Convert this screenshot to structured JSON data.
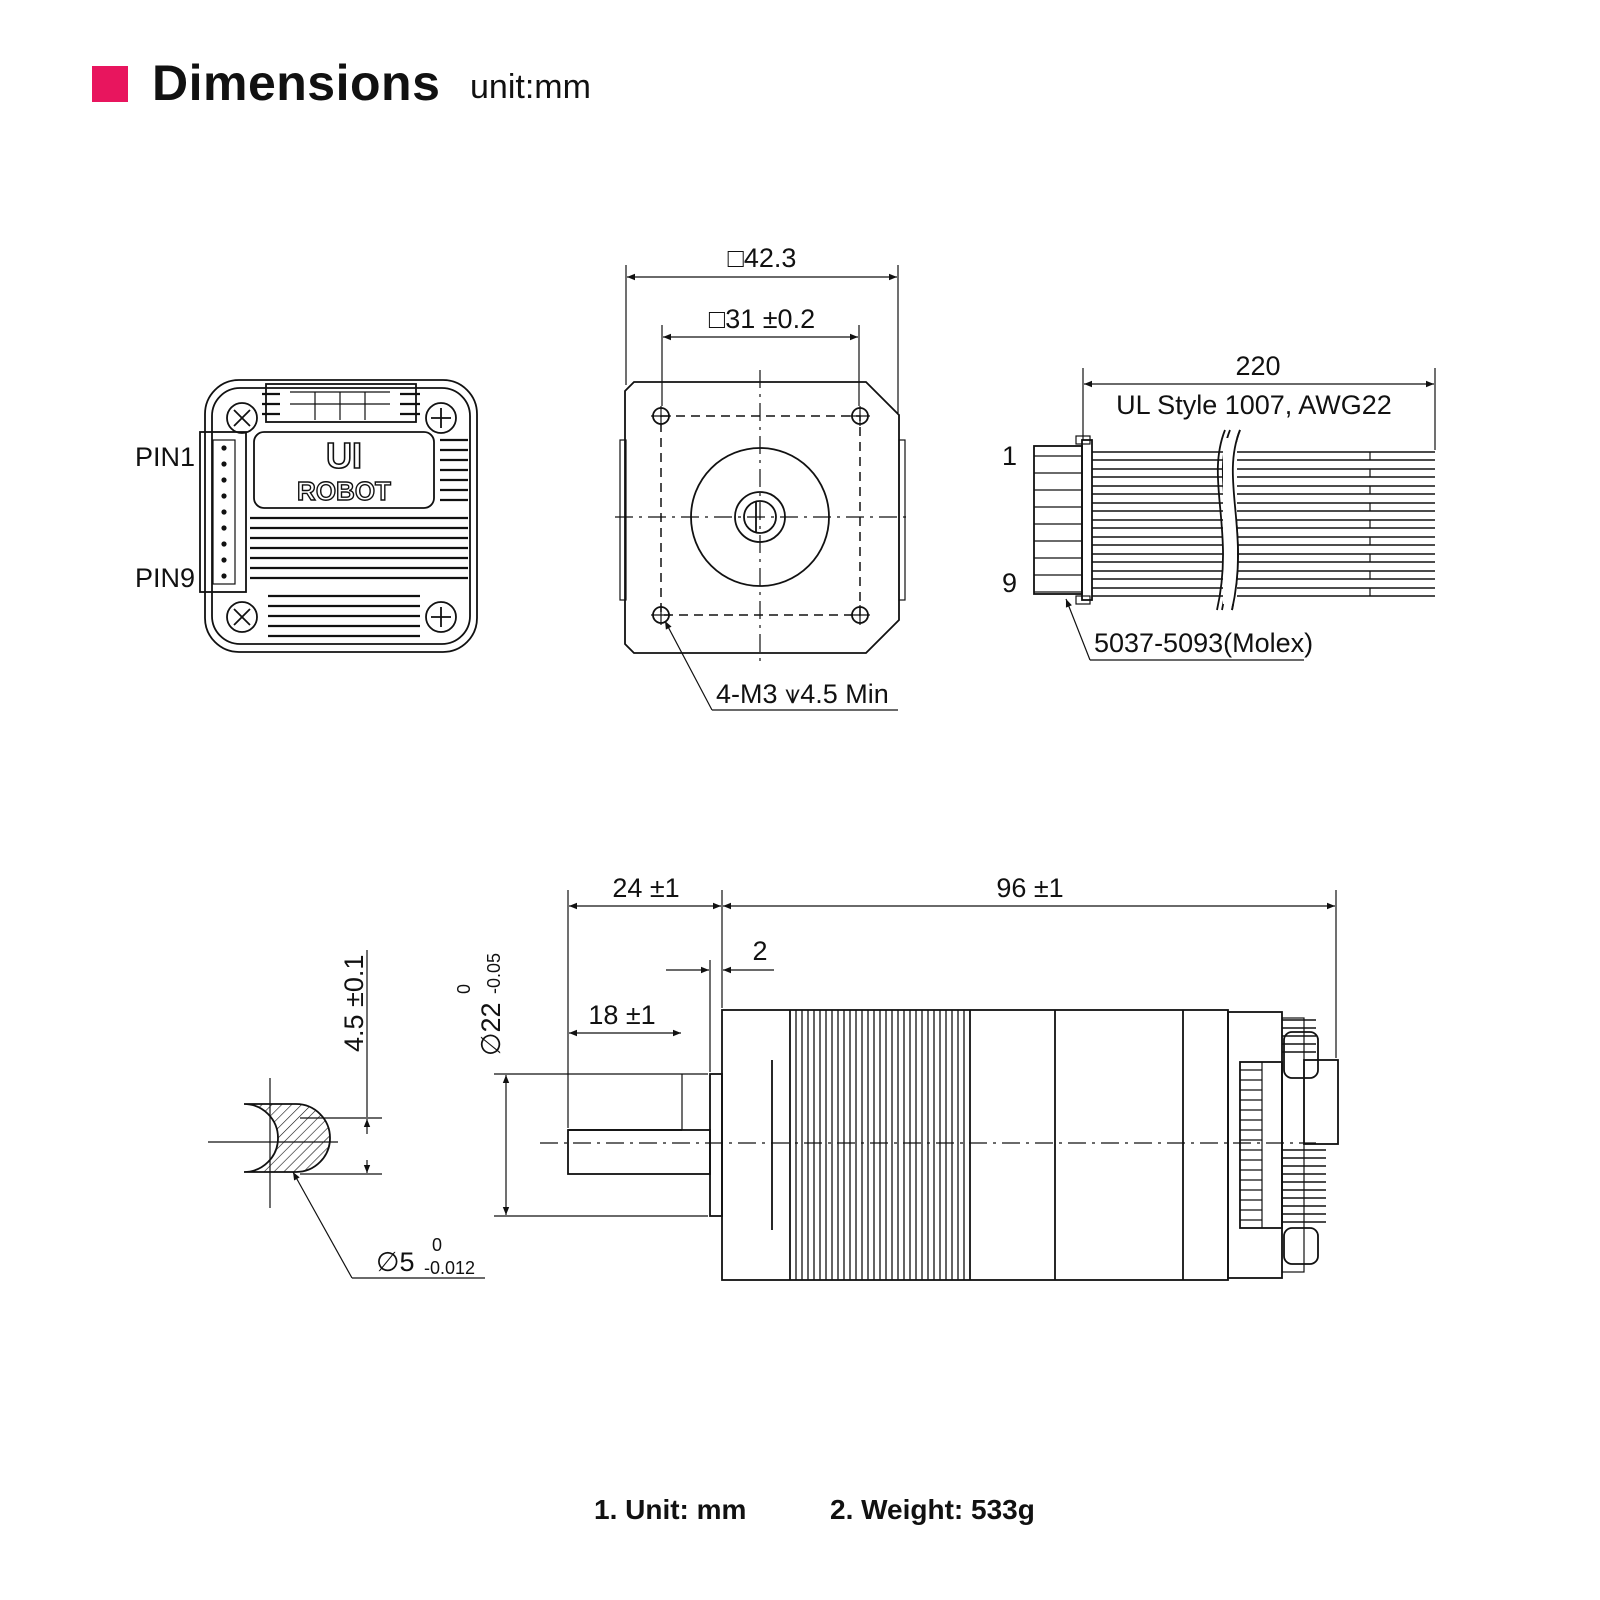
{
  "header": {
    "title": "Dimensions",
    "unit": "unit:mm",
    "accent_color": "#e8155e"
  },
  "logo": {
    "line1": "UI",
    "line2": "ROBOT"
  },
  "top_view": {
    "pin_first": "PIN1",
    "pin_last": "PIN9"
  },
  "front_view": {
    "outer_size": "□42.3",
    "hole_spacing": "□31 ±0.2",
    "mount_holes": "4-M3 ⩛4.5 Min"
  },
  "cable": {
    "length": "220",
    "spec": "UL Style 1007, AWG22",
    "pin_first": "1",
    "pin_last": "9",
    "connector": "5037-5093(Molex)"
  },
  "shaft_section": {
    "flat": "4.5 ±0.1",
    "diameter": "∅5",
    "tol_upper": "0",
    "tol_lower": "-0.012"
  },
  "side_view": {
    "shaft_length": "24 ±1",
    "body_length": "96 ±1",
    "flange": "2",
    "flat_length": "18 ±1",
    "boss_diameter": "∅22",
    "boss_tol_upper": "0",
    "boss_tol_lower": "-0.05"
  },
  "notes": {
    "unit": "1. Unit: mm",
    "weight": "2. Weight: 533g"
  }
}
